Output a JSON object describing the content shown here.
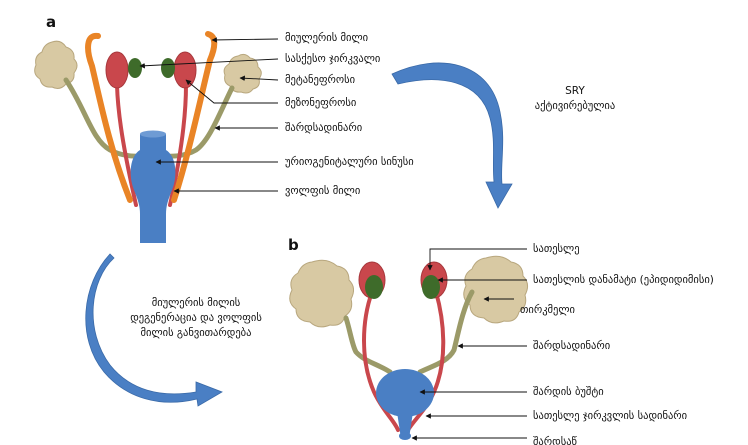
{
  "panels": {
    "a": "a",
    "b": "b"
  },
  "panel_a_labels": {
    "mullerian_duct": "მიულერის მილი",
    "gonad": "სასქესო ჯირკვალი",
    "metanephros": "მეტანეფროსი",
    "mesonephros": "მეზონეფროსი",
    "ureter": "შარდსადინარი",
    "urogenital_sinus": "ურიოგენიტალური სინუსი",
    "wolffian_duct": "ვოლფის მილი"
  },
  "sry_note": {
    "line1": "SRY",
    "line2": "აქტივირებულია"
  },
  "transition_note": {
    "line1": "მიულერის მილის",
    "line2": "დეგენერაცია და ვოლფის",
    "line3": "მილის განვითარდება"
  },
  "panel_b_labels": {
    "testis": "სათესლე",
    "epididymis": "სათესლის დანამატი (ეპიდიდიმისი)",
    "kidney": "თირკმელი",
    "ureter": "შარდსადინარი",
    "bladder": "შარდის ბუშტი",
    "vas_deferens": "სათესლე ჯირკვლის სადინარი",
    "urethra": "შარდსაწ"
  },
  "colors": {
    "kidney": "#d8c9a3",
    "kidney_outline": "#b8a77e",
    "gonad": "#c9474c",
    "epididymis": "#3e6b2a",
    "mullerian": "#e98426",
    "ureter": "#9b9a68",
    "wolffian": "#c9474c",
    "sinus": "#4a7fc4",
    "arrow": "#4a7fc4"
  }
}
